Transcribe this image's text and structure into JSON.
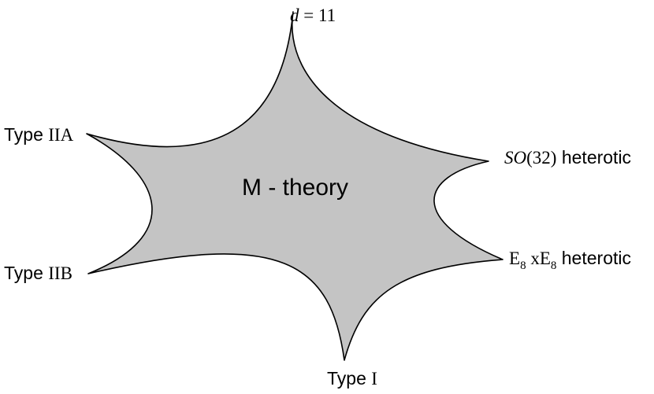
{
  "diagram": {
    "center": "M - theory",
    "vertices": {
      "top": {
        "sym": "d",
        "rest": " = 11"
      },
      "type_iia": {
        "prefix": "Type ",
        "roman": "IIA"
      },
      "type_iib": {
        "prefix": "Type ",
        "roman": "IIB"
      },
      "type_i": {
        "prefix": "Type ",
        "roman": "I"
      },
      "so32": {
        "group": "SO",
        "num": "(32)",
        "suffix": " heterotic"
      },
      "e8e8": {
        "e1": "E",
        "sub1": "8",
        "x": " x",
        "e2": "E",
        "sub2": "8",
        "suffix": " heterotic"
      }
    },
    "colors": {
      "fill": "#c4c4c4",
      "stroke": "#000000",
      "background": "#ffffff"
    }
  }
}
